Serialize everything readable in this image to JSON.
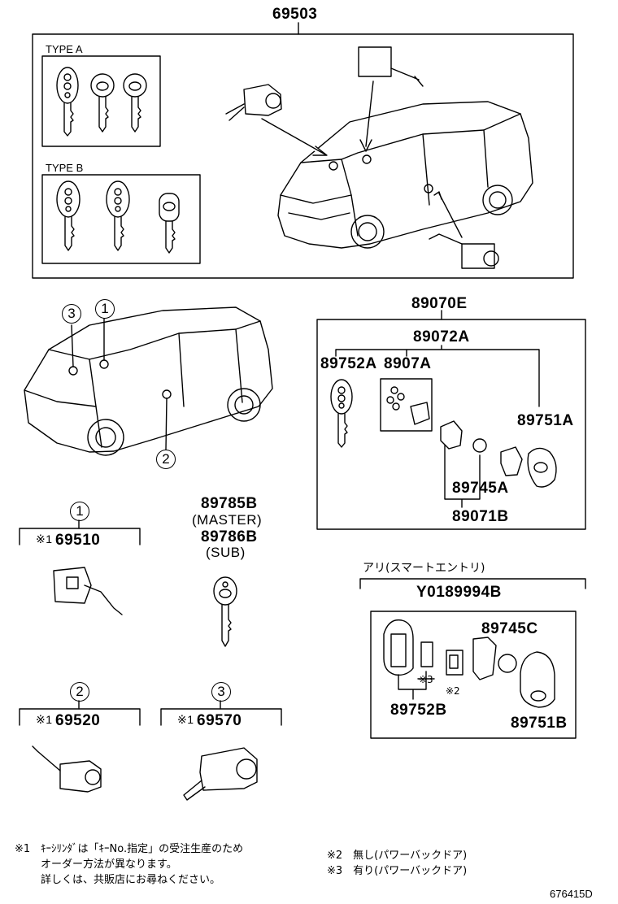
{
  "header": {
    "assembly_part": "69503"
  },
  "type_a": {
    "label": "TYPE A"
  },
  "type_b": {
    "label": "TYPE B"
  },
  "callouts": {
    "one": "1",
    "two": "2",
    "three": "3"
  },
  "transmitter_set": {
    "assembly": "89070E",
    "sub_assembly": "89072A",
    "key_blank": "89752A",
    "keypad": "8907A",
    "case_cover": "89751A",
    "battery": "89745A",
    "transmitter": "89071B"
  },
  "master_key": {
    "master_part": "89785B",
    "master_label": "(MASTER)",
    "sub_part": "89786B",
    "sub_label": "(SUB)"
  },
  "cylinder_1": {
    "number": "1",
    "mark": "※1",
    "part": "69510"
  },
  "cylinder_2": {
    "number": "2",
    "mark": "※1",
    "part": "69520"
  },
  "cylinder_3": {
    "number": "3",
    "mark": "※1",
    "part": "69570"
  },
  "smart_entry": {
    "heading": "アリ(スマートエントリ)",
    "assembly": "Y0189994B",
    "battery": "89745C",
    "key": "89752B",
    "case": "89751B",
    "mark3": "※3",
    "mark2": "※2"
  },
  "notes": {
    "n1_mark": "※1",
    "n1_line1": "ｷｰｼﾘﾝﾀﾞは「ｷｰNo.指定」の受注生産のため",
    "n1_line2": "オーダー方法が異なります。",
    "n1_line3": "詳しくは、共販店にお尋ねください。",
    "n2": "※2　無し(パワーバックドア)",
    "n3": "※3　有り(パワーバックドア)"
  },
  "diagram_id": "676415D"
}
